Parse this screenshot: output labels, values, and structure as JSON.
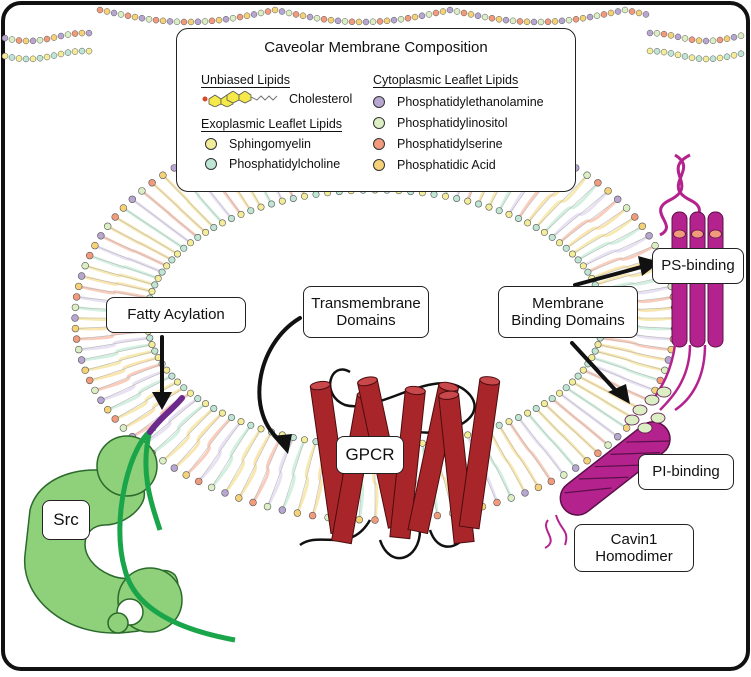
{
  "legend": {
    "title": "Caveolar Membrane Composition",
    "unbiased_header": "Unbiased Lipids",
    "cholesterol": "Cholesterol",
    "exoplasmic_header": "Exoplasmic Leaflet Lipids",
    "exoplasmic_items": [
      {
        "label": "Sphingomyelin",
        "color": "#f3ec98"
      },
      {
        "label": "Phosphatidylcholine",
        "color": "#bfe6d4"
      }
    ],
    "cytoplasmic_header": "Cytoplasmic Leaflet Lipids",
    "cytoplasmic_items": [
      {
        "label": "Phosphatidylethanolamine",
        "color": "#b6a6d0"
      },
      {
        "label": "Phosphatidylinositol",
        "color": "#dcefc4"
      },
      {
        "label": "Phosphatidylserine",
        "color": "#f19a7c"
      },
      {
        "label": "Phosphatidic Acid",
        "color": "#f5d277"
      }
    ]
  },
  "labels": {
    "fatty_acylation": "Fatty Acylation",
    "transmembrane": "Transmembrane\nDomains",
    "membrane_binding": "Membrane\nBinding Domains",
    "ps_binding": "PS-binding",
    "pi_binding": "PI-binding",
    "cavin": "Cavin1\nHomodimer",
    "gpcr": "GPCR",
    "src": "Src"
  },
  "colors": {
    "gpcr": "#a8262a",
    "src": "#8fd07a",
    "src_tail": "#1aa54a",
    "cavin": "#b4238d",
    "acyl": "#6b2a8c"
  }
}
